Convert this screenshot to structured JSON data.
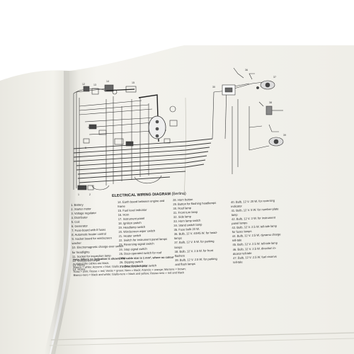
{
  "page": {
    "diagram_title": "ELECTRICAL WIRING DIAGRAM",
    "diagram_subtitle": "(Berlina)"
  },
  "legend": {
    "col1": [
      "1. Battery",
      "2. Starter motor",
      "3. Voltage regulator",
      "4. Distributor",
      "5. Coil",
      "6. Generator",
      "7. Fuse-board with 8 fuses",
      "8. Automatic heater control",
      "9. Socket board for windscreen",
      "   washer",
      "10. Electromagnetic change-over switch",
      "    for headlights",
      "11. Socket for inspection lamp",
      "12. Windscreen wiper",
      "13. Horns",
      "14. Horns"
    ],
    "col2": [
      "14. Earth board between engine and",
      "    frame",
      "15. Fuel level indicator",
      "16. Horn",
      "17. Instrument panel",
      "18. Ignition switch",
      "19. Headlamp switch",
      "20. Windscreen wiper switch",
      "21. Heater switch",
      "22. Switch for instrument panel lamps",
      "23. Reversing signal switch",
      "24. Stop signal switch",
      "25. Door-operated switch for roof",
      "    lamp",
      "26. Dipping switch",
      "27. Direction indicator switch"
    ],
    "col3": [
      "28. Horn button",
      "29. Button for flashing headlamps",
      "30. Roof lamp",
      "31. Front turn lamp",
      "32. Side lamp",
      "33. Horn lamp switch",
      "34. Stand switch lamp",
      "35. Fuse bulb 20 W.",
      "36. Bulb, 12 V. 40/45 W. for head-",
      "    lamps",
      "37. Bulb, 12 V. 5 W. for parking",
      "    lamps",
      "38. Bulb, 12 V. 2.5 W. for front",
      "    flashers",
      "39. Bulb, 12 V. 2.5 W. for parking",
      "    and flash lamps"
    ],
    "col4": [
      "40. Bulb, 12 V. 20 W. for reversing",
      "    indicator",
      "41. Bulb, 12 V. 5 W. for number-plate",
      "    lamp",
      "42. Bulb, 12 V. 3 W. for instrument",
      "    panel lamps",
      "43. Bulb, 12 V. 2.5 W. tell-tale lamp",
      "    for fuses lamps",
      "44. Bulb, 12 V. 2.5 W. dynamo charge",
      "    tell-tale",
      "45. Bulb, 12 V. 2.5 W. tell-tale lamp",
      "46. Bulb, 12 V. 2.5 W. direction in-",
      "    dicator tell-tale",
      "47. Bulb, 12 V. 2.5 W. fuel reserve",
      "    tell-tale"
    ]
  },
  "note": [
    "Note: Where no indication is shown, the cable size is 1 mm², where no colour",
    "is stated the cables are black.",
    "Bianco = white; Azzurro = blue; Giallo = yellow; Grigio = grey;",
    "Rosa = pink; Rosso = red; Verde = green; Nero = black; Arancio = orange; Marrone = brown;",
    "Bianco-nero = black and white; Giallo-nero = black and yellow; Rosso-nero = red and black"
  ]
}
